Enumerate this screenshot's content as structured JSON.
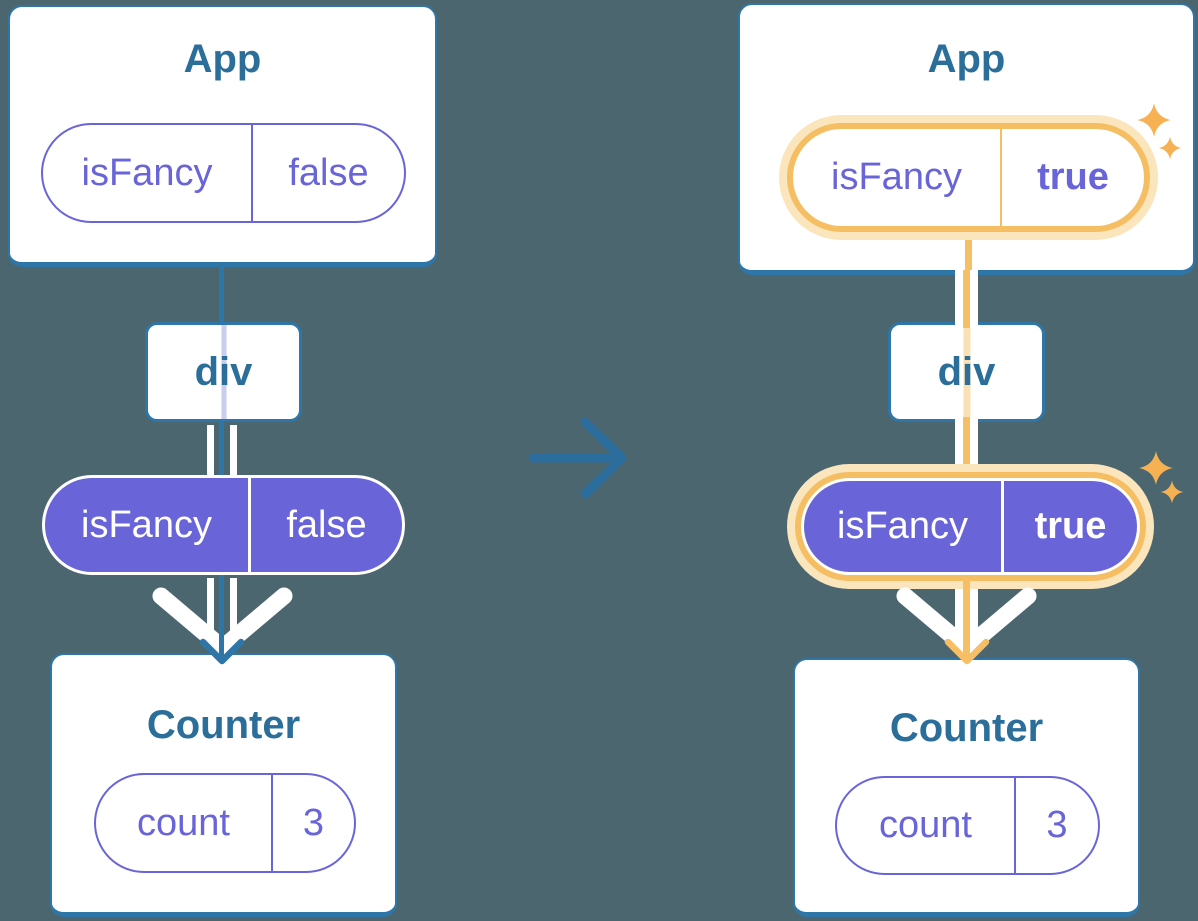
{
  "icons": {
    "transition_arrow": "arrow-right-icon",
    "highlight_big": "sparkle-icon",
    "highlight_small": "sparkle-icon-small"
  },
  "colors": {
    "background": "#4C6670",
    "card_fill": "#FFFFFF",
    "card_border": "#2F76A8",
    "title_text": "#2B6E99",
    "purple": "#6965D9",
    "teal_line": "#2F76A8",
    "orange_ring": "#F5BE63",
    "orange_halo": "#FBE5BC",
    "orange_line": "#F6BE65",
    "sparkle": "#F6B152",
    "lavender_passthrough": "#C9CEEC",
    "peach_passthrough": "#FAE0B5"
  },
  "before": {
    "app_title": "App",
    "app_prop_label": "isFancy",
    "app_prop_value": "false",
    "div_label": "div",
    "passed_prop_label": "isFancy",
    "passed_prop_value": "false",
    "counter_title": "Counter",
    "counter_state_label": "count",
    "counter_state_value": "3"
  },
  "after": {
    "app_title": "App",
    "app_prop_label": "isFancy",
    "app_prop_value": "true",
    "div_label": "div",
    "passed_prop_label": "isFancy",
    "passed_prop_value": "true",
    "counter_title": "Counter",
    "counter_state_label": "count",
    "counter_state_value": "3"
  }
}
